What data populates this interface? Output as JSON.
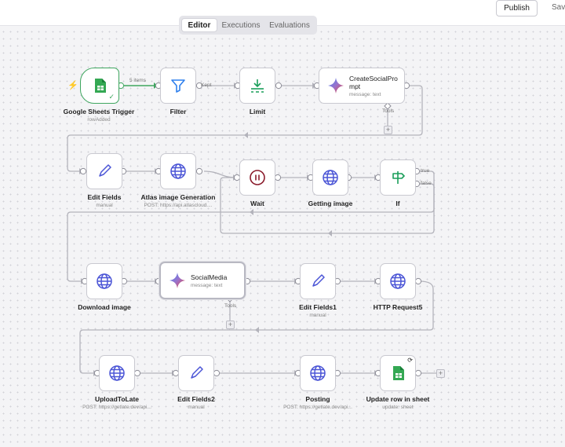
{
  "header": {
    "publish_label": "Publish",
    "save_label": "Save",
    "tabs": [
      "Editor",
      "Executions",
      "Evaluations"
    ]
  },
  "colors": {
    "trigger_border": "#3ea65f",
    "sheets_green": "#34a853",
    "accent_blue": "#4b55d6",
    "filter_blue": "#2f80ed",
    "wait_red": "#8b1c2c",
    "trigger_bolt": "#ff6d5a"
  },
  "nodes": {
    "sheets_trigger": {
      "label": "Google Sheets Trigger",
      "sub": "rowAdded",
      "icon": "google-sheets-icon"
    },
    "filter": {
      "label": "Filter",
      "icon": "filter-icon"
    },
    "limit": {
      "label": "Limit",
      "icon": "limit-icon"
    },
    "create_social_prompt": {
      "title_l1": "CreateSocialPro",
      "title_l2": "mpt",
      "sub": "message: text",
      "tools": "Tools",
      "icon": "gemini-icon"
    },
    "edit_fields": {
      "label": "Edit Fields",
      "sub": "manual",
      "icon": "pencil-icon"
    },
    "atlas": {
      "label": "Atlas image Generation",
      "sub": "POST: https://api.atlascloud....",
      "icon": "globe-icon"
    },
    "wait": {
      "label": "Wait",
      "icon": "pause-icon"
    },
    "getting_image": {
      "label": "Getting image",
      "icon": "globe-icon"
    },
    "if_node": {
      "label": "If",
      "true_label": "true",
      "false_label": "false",
      "icon": "signpost-icon"
    },
    "download_image": {
      "label": "Download image",
      "icon": "globe-icon"
    },
    "social_media": {
      "title": "SocialMedia",
      "sub": "message: text",
      "tools": "Tools",
      "icon": "gemini-icon"
    },
    "edit_fields1": {
      "label": "Edit Fields1",
      "sub": "manual",
      "icon": "pencil-icon"
    },
    "http_request5": {
      "label": "HTTP Request5",
      "icon": "globe-icon"
    },
    "upload_to_late": {
      "label": "UploadToLate",
      "sub": "POST: https://getlate.dev/api...",
      "icon": "globe-icon"
    },
    "edit_fields2": {
      "label": "Edit Fields2",
      "sub": "manual",
      "icon": "pencil-icon"
    },
    "posting": {
      "label": "Posting",
      "sub": "POST: https://getlate.dev/api...",
      "icon": "globe-icon"
    },
    "update_row": {
      "label": "Update row in sheet",
      "sub": "update: sheet",
      "icon": "google-sheets-icon"
    }
  },
  "wire_labels": {
    "items": "5 items",
    "kept": "Kept"
  }
}
